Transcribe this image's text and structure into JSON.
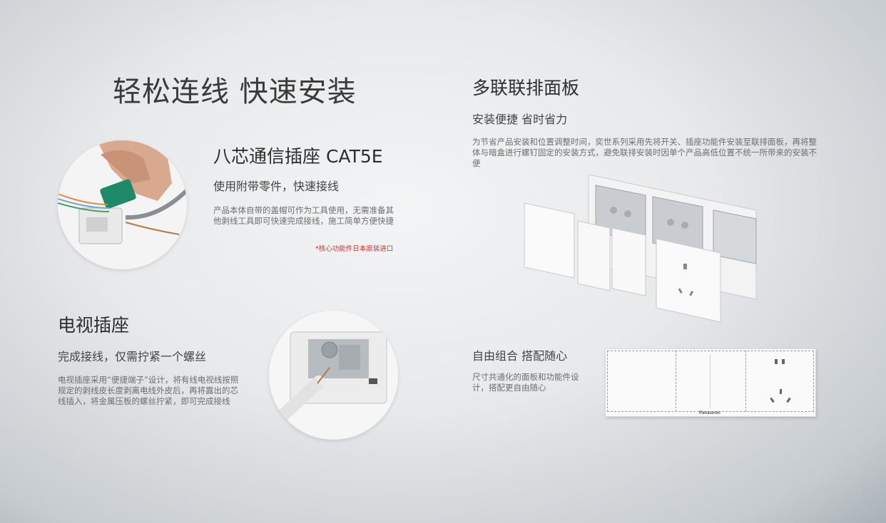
{
  "main_title": "轻松连线 快速安装",
  "cat5e": {
    "title": "八芯通信插座 CAT5E",
    "subtitle": "使用附带零件，快速接线",
    "description": "产品本体自带的盖帽可作为工具使用，无需准备其他剥线工具即可快速完成接线，施工简单方便快捷",
    "note": "*核心功能件日本原装进口"
  },
  "tv": {
    "title": "电视插座",
    "subtitle": "完成接线，仅需拧紧一个螺丝",
    "description": "电视插座采用“便捷端子”设计，将有线电视线按照规定的剥线皮长度剥离电线外皮后，再将露出的芯线插入，将金属压板的螺丝拧紧，即可完成接线"
  },
  "multi_panel": {
    "title": "多联联排面板",
    "subtitle": "安装便捷 省时省力",
    "description": "为节省产品安装和位置调整时间，奕世系列采用先将开关、插座功能件安装至联排面板，再将整体与暗盒进行螺钉固定的安装方式，避免联排安装时因单个产品高低位置不统一所带来的安装不便"
  },
  "free_combo": {
    "subtitle": "自由组合 搭配随心",
    "description": "尺寸共通化的面板和功能件设计，搭配更自由随心",
    "brand": "Panasonic"
  },
  "colors": {
    "note": "#d2362e",
    "cable_green": "#1d8a6a"
  }
}
